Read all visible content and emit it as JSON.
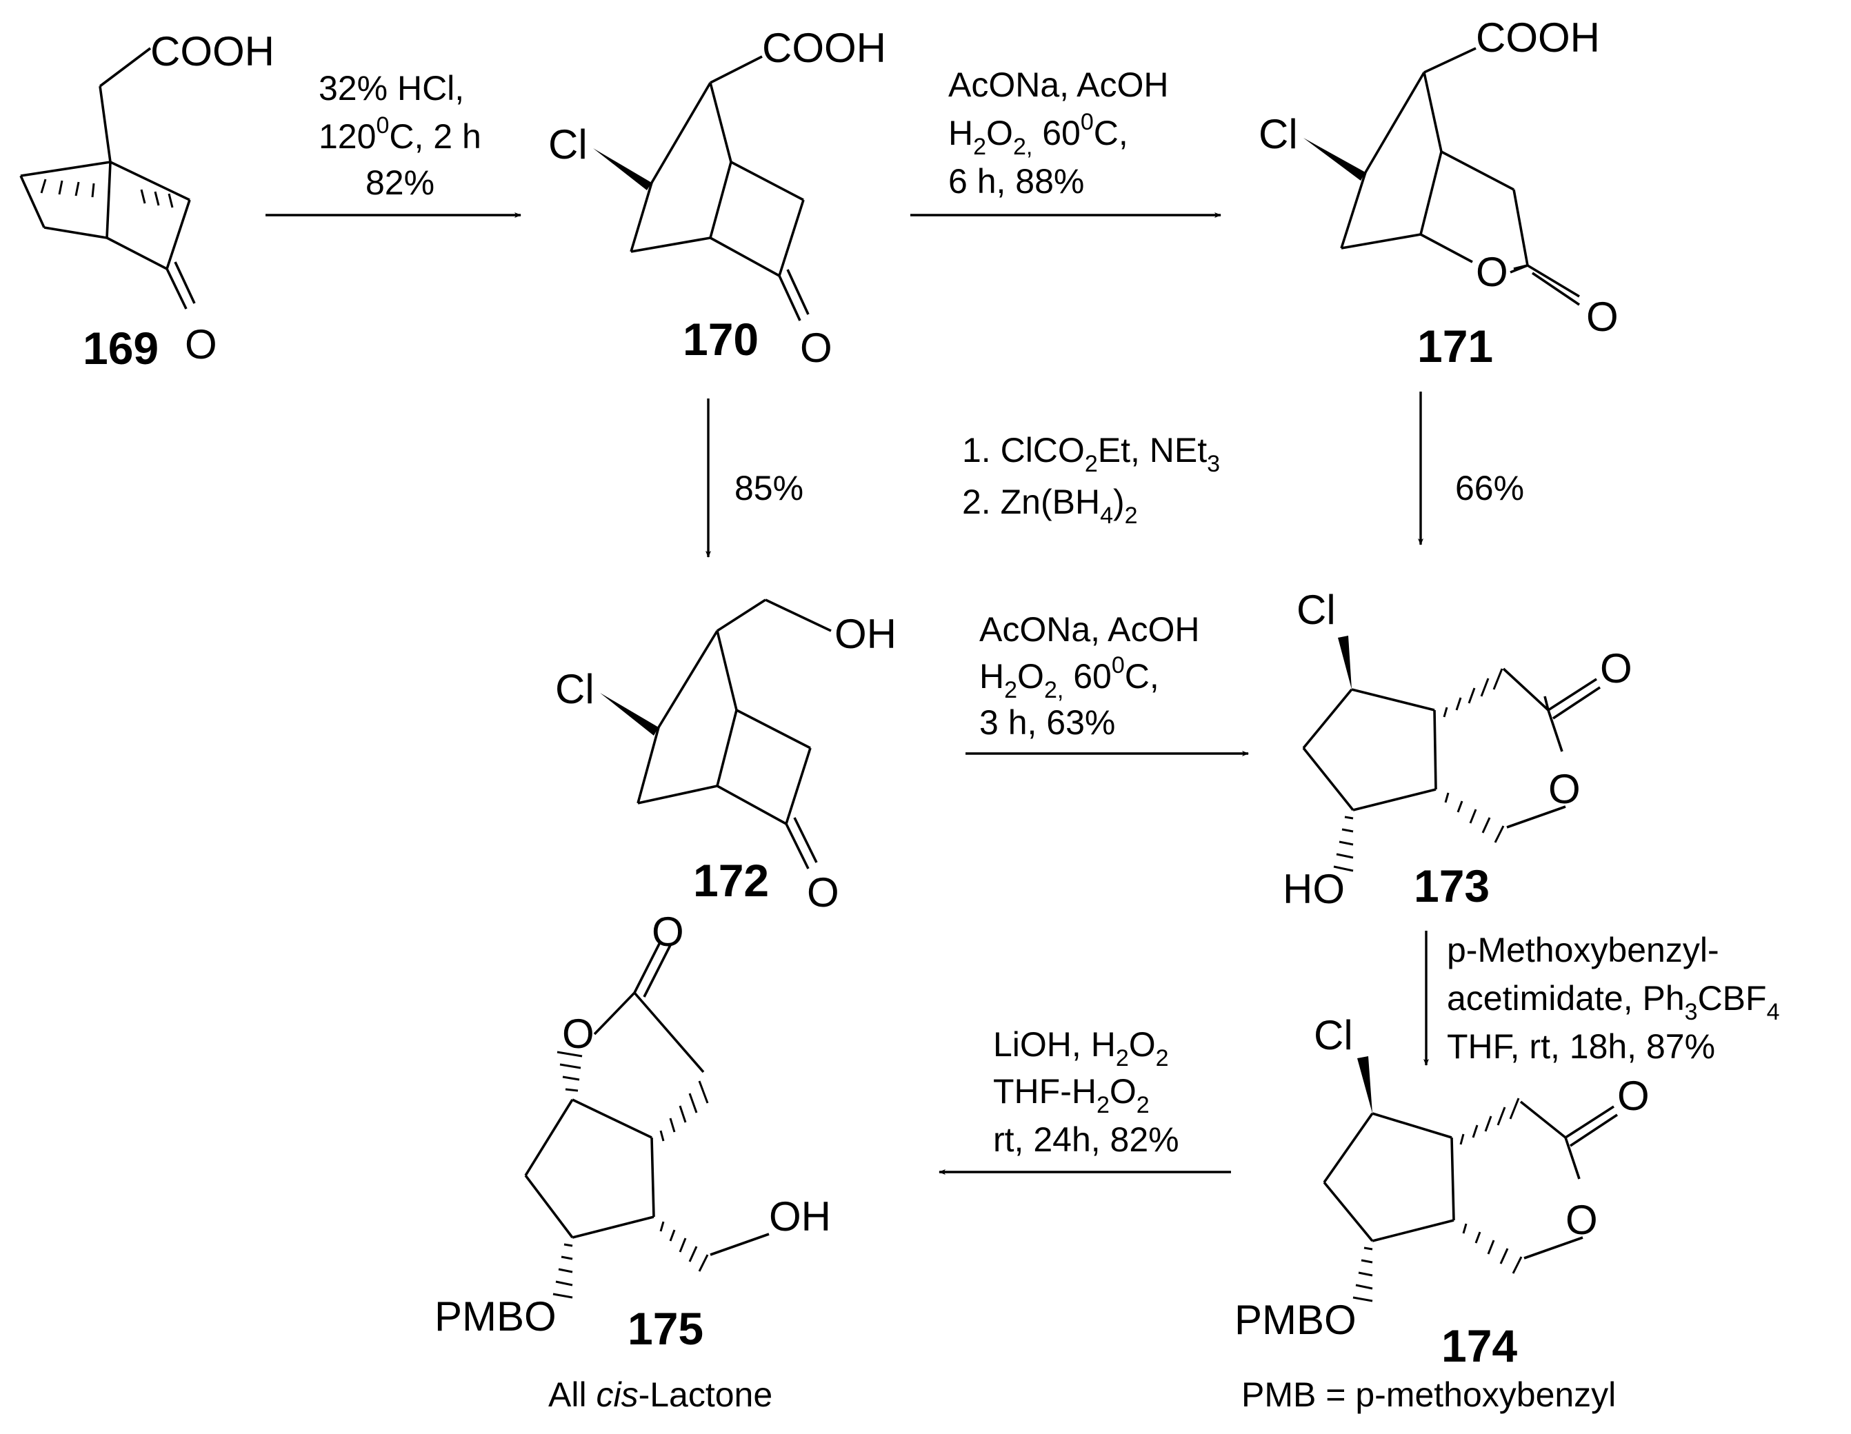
{
  "compounds": {
    "c169": {
      "id": "169",
      "atoms": {
        "acid": "COOH",
        "ketone_o": "O"
      }
    },
    "c170": {
      "id": "170",
      "atoms": {
        "acid": "COOH",
        "cl": "Cl",
        "ketone_o": "O"
      }
    },
    "c171": {
      "id": "171",
      "atoms": {
        "acid": "COOH",
        "cl": "Cl",
        "ring_o": "O",
        "carbonyl_o": "O"
      }
    },
    "c172": {
      "id": "172",
      "atoms": {
        "oh": "OH",
        "cl": "Cl",
        "ketone_o": "O"
      }
    },
    "c173": {
      "id": "173",
      "atoms": {
        "cl": "Cl",
        "carbonyl_o": "O",
        "ring_o": "O",
        "ho": "HO"
      }
    },
    "c174": {
      "id": "174",
      "atoms": {
        "cl": "Cl",
        "carbonyl_o": "O",
        "ring_o": "O",
        "pmbo": "PMBO"
      },
      "note": "PMB = p-methoxybenzyl"
    },
    "c175": {
      "id": "175",
      "atoms": {
        "carbonyl_o": "O",
        "ring_o": "O",
        "oh": "OH",
        "pmbo": "PMBO"
      },
      "note_prefix": "All ",
      "note_italic": "cis",
      "note_suffix": "-Lactone"
    }
  },
  "reactions": {
    "r1": {
      "line1": "32% HCl,",
      "line2_a": "120",
      "line2_sup": "0",
      "line2_b": "C, 2 h",
      "line3": "82%"
    },
    "r2": {
      "line1": "AcONa, AcOH",
      "line2_a": "H",
      "line2_s1": "2",
      "line2_b": "O",
      "line2_s2": "2,",
      "line2_c": " 60",
      "line2_sup": "0",
      "line2_d": "C,",
      "line3": "6 h, 88%"
    },
    "r3": {
      "yield": "85%"
    },
    "r_mid": {
      "line1_a": "1. ClCO",
      "line1_s1": "2",
      "line1_b": "Et, NEt",
      "line1_s2": "3",
      "line2_a": "2. Zn(BH",
      "line2_s1": "4",
      "line2_b": ")",
      "line2_s2": "2"
    },
    "r4": {
      "yield": "66%"
    },
    "r5": {
      "line1": "AcONa, AcOH",
      "line2_a": "H",
      "line2_s1": "2",
      "line2_b": "O",
      "line2_s2": "2,",
      "line2_c": " 60",
      "line2_sup": "0",
      "line2_d": "C,",
      "line3": "3 h, 63%"
    },
    "r6": {
      "line1": "p-Methoxybenzyl-",
      "line2_a": "acetimidate, Ph",
      "line2_s1": "3",
      "line2_b": "CBF",
      "line2_s2": "4",
      "line3": "THF, rt, 18h, 87%"
    },
    "r7": {
      "line1_a": "LiOH, H",
      "line1_s1": "2",
      "line1_b": "O",
      "line1_s2": "2",
      "line2_a": "THF-H",
      "line2_s1": "2",
      "line2_b": "O",
      "line2_s2": "2",
      "line3": "rt, 24h, 82%"
    }
  }
}
